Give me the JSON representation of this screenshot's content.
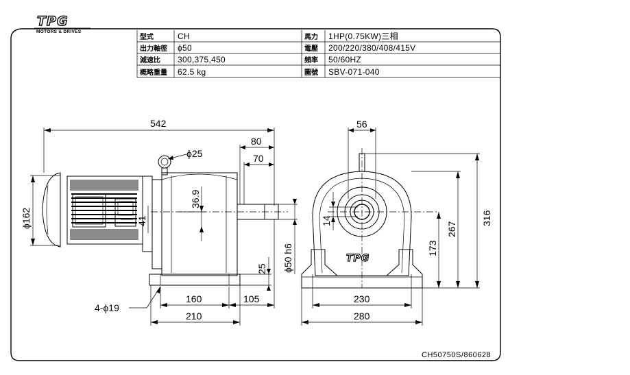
{
  "logo": {
    "brand": "TPG",
    "tagline": "MOTORS & DRIVES"
  },
  "specs": [
    {
      "label": "型式",
      "value": "CH"
    },
    {
      "label": "出力軸徑",
      "value": "ϕ50"
    },
    {
      "label": "減速比",
      "value": "300,375,450"
    },
    {
      "label": "概略重量",
      "value": "62.5 kg"
    },
    {
      "label": "馬力",
      "value": "1HP(0.75KW)三相"
    },
    {
      "label": "電壓",
      "value": "200/220/380/408/415V"
    },
    {
      "label": "頻率",
      "value": "50/60HZ"
    },
    {
      "label": "圖號",
      "value": "SBV-071-040"
    }
  ],
  "side_dims": {
    "overall_length": "542",
    "shaft_80": "80",
    "shaft_70": "70",
    "eyebolt": "ϕ25",
    "motor_dia": "ϕ162",
    "key_369": "36.9",
    "offset_41": "41",
    "shaft_dia": "ϕ50 h6",
    "base_25": "25",
    "bolt_holes": "4-ϕ19",
    "base_160": "160",
    "base_105": "105",
    "base_210": "210"
  },
  "front_dims": {
    "key_56": "56",
    "key_14": "14",
    "height_316": "316",
    "height_267": "267",
    "height_173": "173",
    "base_230": "230",
    "base_280": "280"
  },
  "drawing_code": "CH50750S/860628"
}
